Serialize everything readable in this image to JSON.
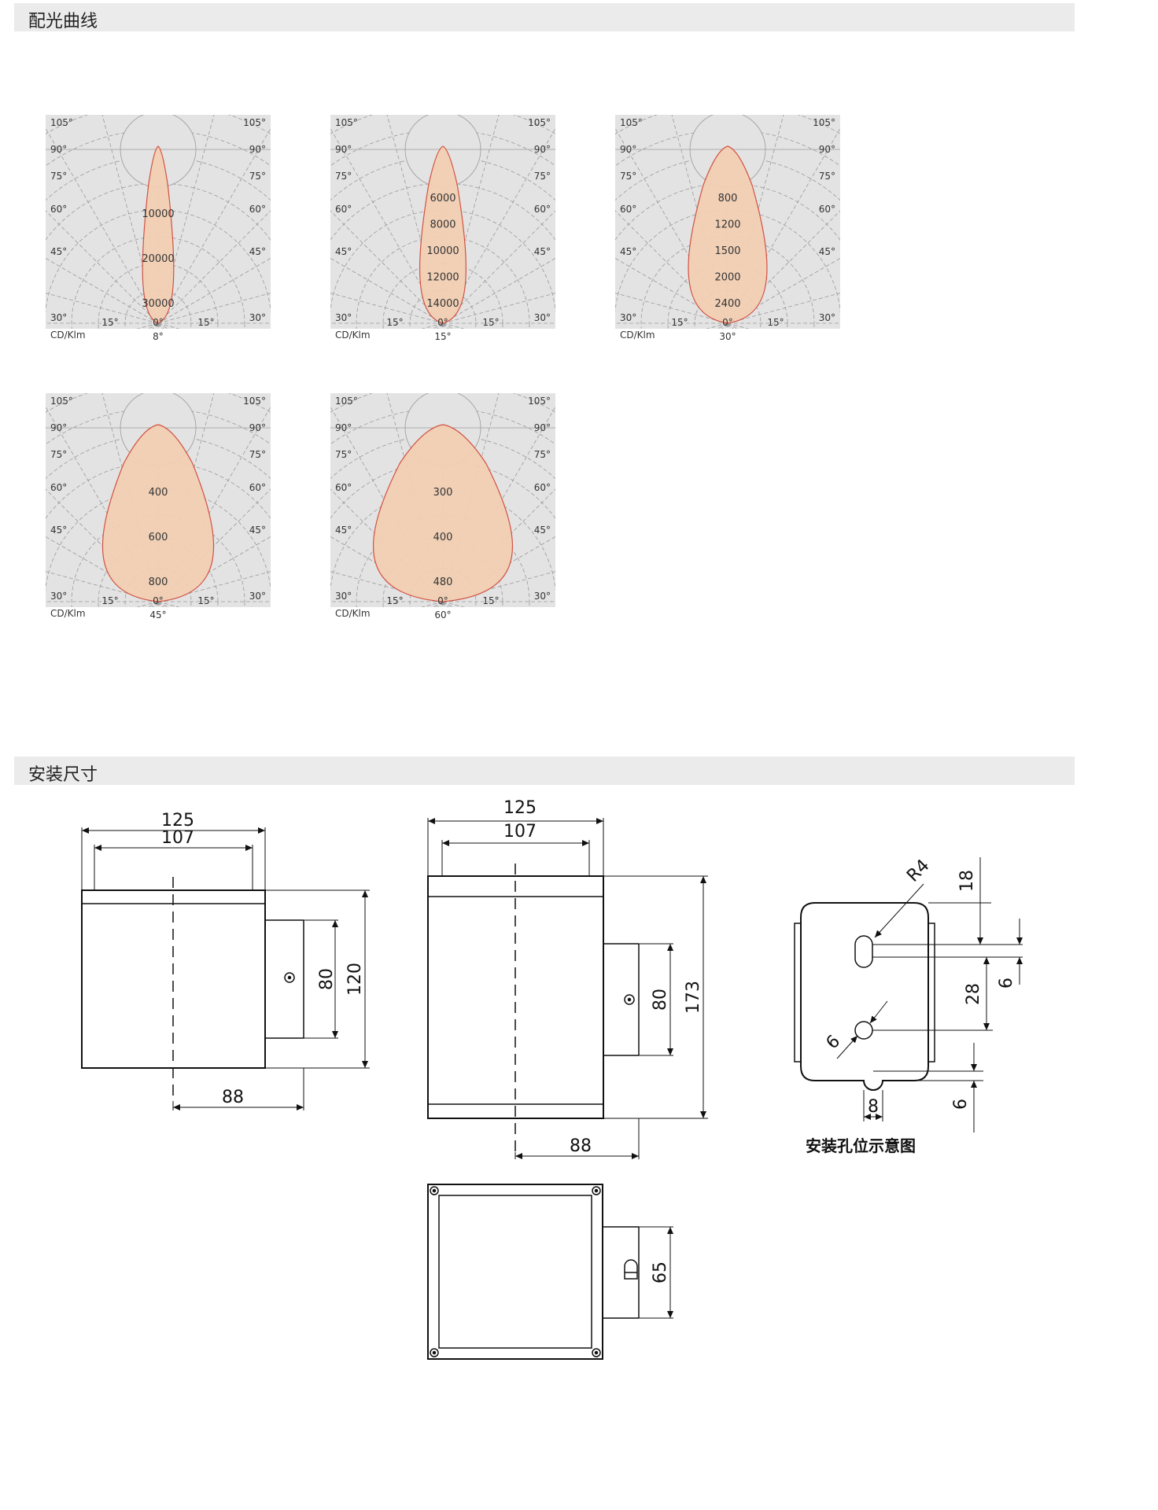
{
  "sections": {
    "light_distribution": "配光曲线",
    "installation_dims": "安装尺寸"
  },
  "polar_common": {
    "angle_labels": {
      "a105": "105°",
      "a90": "90°",
      "a75": "75°",
      "a60": "60°",
      "a45": "45°",
      "a30": "30°",
      "a15": "15°",
      "a0": "0°"
    },
    "unit": "CD/Klm",
    "fill_color": "#f2cfb4",
    "stroke_color": "#d24a3a",
    "panel_color": "#e3e3e3"
  },
  "chart_data": [
    {
      "type": "polar",
      "beam_angle": "8°",
      "rings": [
        "10000",
        "20000",
        "30000"
      ],
      "beam_half_width_deg": 4
    },
    {
      "type": "polar",
      "beam_angle": "15°",
      "rings": [
        "6000",
        "8000",
        "10000",
        "12000",
        "14000"
      ],
      "beam_half_width_deg": 7.5
    },
    {
      "type": "polar",
      "beam_angle": "30°",
      "rings": [
        "800",
        "1200",
        "1500",
        "2000",
        "2400"
      ],
      "beam_half_width_deg": 15
    },
    {
      "type": "polar",
      "beam_angle": "45°",
      "rings": [
        "400",
        "600",
        "800"
      ],
      "beam_half_width_deg": 22.5
    },
    {
      "type": "polar",
      "beam_angle": "60°",
      "rings": [
        "300",
        "400",
        "480"
      ],
      "beam_half_width_deg": 30
    }
  ],
  "drawings": {
    "side_view": {
      "w_outer": "125",
      "w_inner": "107",
      "h": "120",
      "box_h": "80",
      "depth": "88"
    },
    "front_view": {
      "w_outer": "125",
      "w_inner": "107",
      "h": "173",
      "box_h": "80",
      "depth": "88"
    },
    "top_view": {
      "box_h": "65"
    },
    "mount_plate": {
      "radius": "R4",
      "d18": "18",
      "d6a": "6",
      "d28": "28",
      "d6hole": "6",
      "d8": "8",
      "d6b": "6"
    },
    "mount_caption": "安装孔位示意图"
  }
}
